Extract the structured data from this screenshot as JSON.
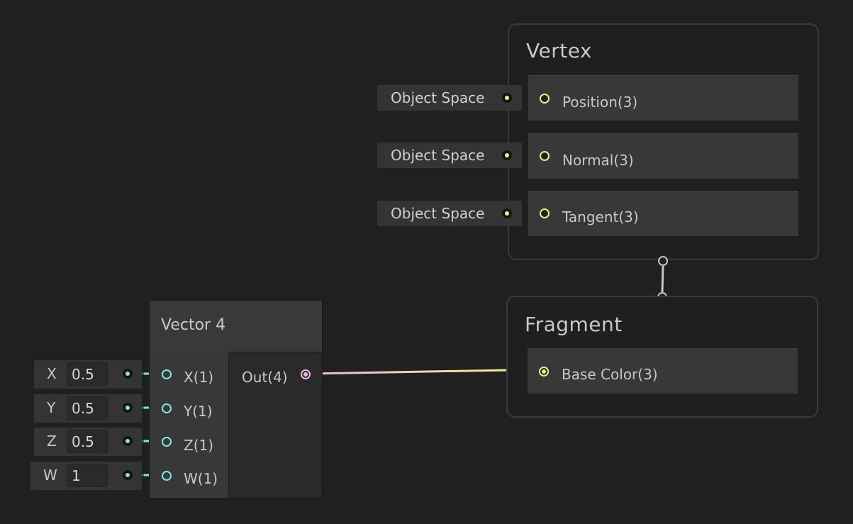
{
  "vertex": {
    "title": "Vertex",
    "blocks": [
      {
        "label": "Position(3)",
        "input_label": "Object Space"
      },
      {
        "label": "Normal(3)",
        "input_label": "Object Space"
      },
      {
        "label": "Tangent(3)",
        "input_label": "Object Space"
      }
    ]
  },
  "fragment": {
    "title": "Fragment",
    "blocks": [
      {
        "label": "Base Color(3)"
      }
    ]
  },
  "vector4_node": {
    "title": "Vector 4",
    "inputs": [
      {
        "label": "X(1)",
        "field_letter": "X",
        "value": "0.5"
      },
      {
        "label": "Y(1)",
        "field_letter": "Y",
        "value": "0.5"
      },
      {
        "label": "Z(1)",
        "field_letter": "Z",
        "value": "0.5"
      },
      {
        "label": "W(1)",
        "field_letter": "W",
        "value": "1"
      }
    ],
    "output_label": "Out(4)"
  },
  "colors": {
    "background": "#202020",
    "vector3_port": "#f2f08a",
    "float_port": "#84e4e7",
    "vector4_port": "#ecb8e3",
    "flow_connector": "#c4c4c4"
  }
}
